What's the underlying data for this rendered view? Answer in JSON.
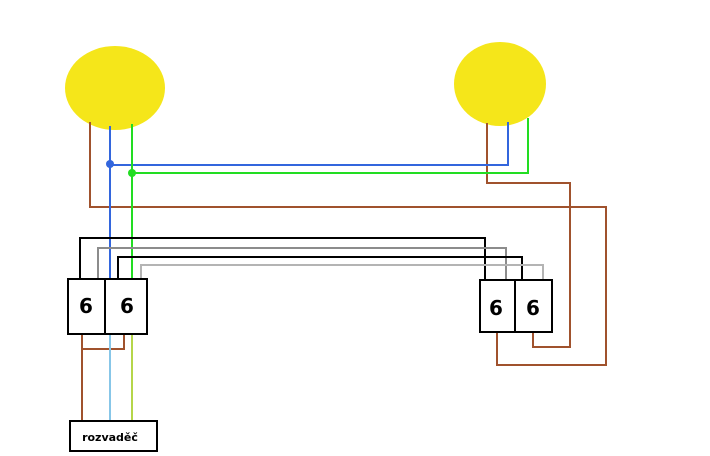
{
  "lamps": [
    {
      "name": "left-lamp",
      "color": "#f5e61a"
    },
    {
      "name": "right-lamp",
      "color": "#f5e61a"
    }
  ],
  "switches": {
    "left": [
      {
        "label": "6"
      },
      {
        "label": "6"
      }
    ],
    "right": [
      {
        "label": "6"
      },
      {
        "label": "6"
      }
    ]
  },
  "distribution_box": {
    "label": "rozvaděč"
  },
  "wire_colors": {
    "brown": "#a0522d",
    "blue": "#3366dd",
    "light_blue": "#87c6e8",
    "green": "#22dd22",
    "yellow_green": "#b5d64a",
    "black": "#000000",
    "gray": "#8c8c8c",
    "light_gray": "#b4b4b4"
  }
}
